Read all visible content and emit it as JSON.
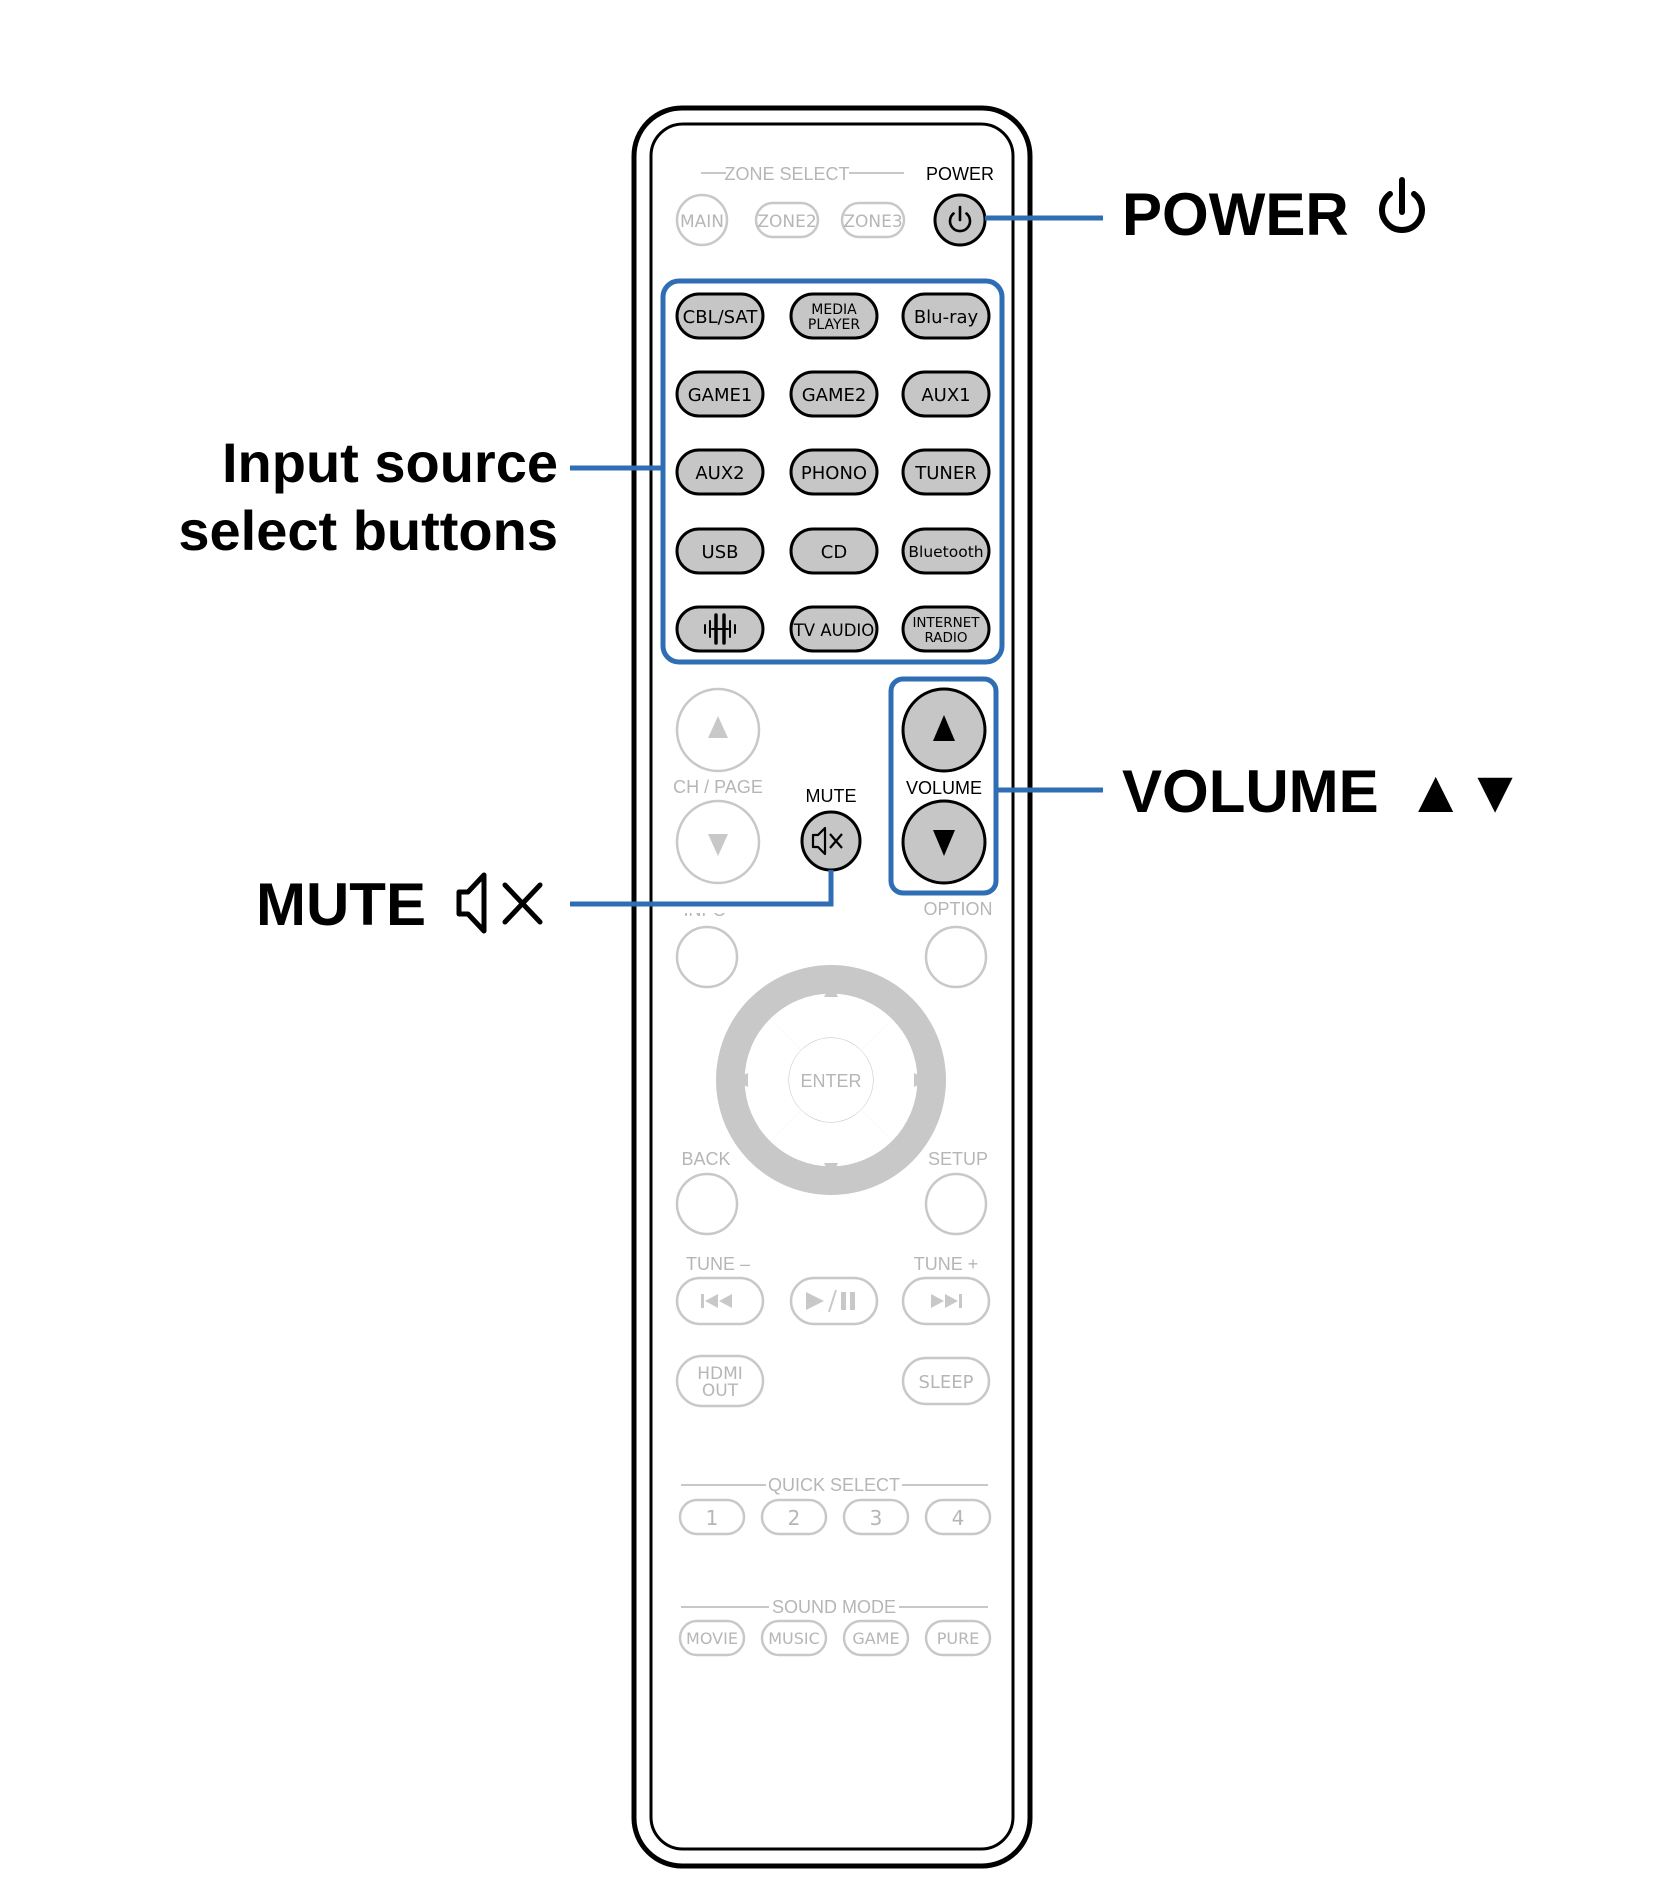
{
  "colors": {
    "callout_line": "#2f6db5",
    "active_fill": "#c6c6c6",
    "active_stroke": "#000000",
    "inactive_stroke": "#c8c8c8",
    "inactive_text": "#b6b6b6",
    "body_stroke": "#000000"
  },
  "remote": {
    "zone_select_label": "ZONE SELECT",
    "zone_buttons": [
      "MAIN",
      "ZONE2",
      "ZONE3"
    ],
    "power_label": "POWER",
    "power_icon": "power-icon",
    "input_buttons": [
      {
        "label": "CBL/SAT"
      },
      {
        "label": "MEDIA PLAYER",
        "line1": "MEDIA",
        "line2": "PLAYER"
      },
      {
        "label": "Blu-ray"
      },
      {
        "label": "GAME1"
      },
      {
        "label": "GAME2"
      },
      {
        "label": "AUX1"
      },
      {
        "label": "AUX2"
      },
      {
        "label": "PHONO"
      },
      {
        "label": "TUNER"
      },
      {
        "label": "USB"
      },
      {
        "label": "CD"
      },
      {
        "label": "Bluetooth"
      },
      {
        "label": "",
        "icon": "heos-icon"
      },
      {
        "label": "TV AUDIO"
      },
      {
        "label": "INTERNET RADIO",
        "line1": "INTERNET",
        "line2": "RADIO"
      }
    ],
    "ch_page_label": "CH / PAGE",
    "mute_label": "MUTE",
    "volume_label": "VOLUME",
    "info_label": "INFO",
    "option_label": "OPTION",
    "enter_label": "ENTER",
    "back_label": "BACK",
    "setup_label": "SETUP",
    "tune_minus_label": "TUNE –",
    "tune_plus_label": "TUNE +",
    "transport_icons": [
      "previous-icon",
      "play-pause-icon",
      "next-icon"
    ],
    "hdmi_out_line1": "HDMI",
    "hdmi_out_line2": "OUT",
    "sleep_label": "SLEEP",
    "quick_select_label": "QUICK SELECT",
    "quick_select_buttons": [
      "1",
      "2",
      "3",
      "4"
    ],
    "sound_mode_label": "SOUND MODE",
    "sound_mode_buttons": [
      "MOVIE",
      "MUSIC",
      "GAME",
      "PURE"
    ]
  },
  "callouts": {
    "power": {
      "text": "POWER",
      "icon": "power-icon"
    },
    "input_line1": "Input source",
    "input_line2": "select buttons",
    "volume": {
      "text": "VOLUME",
      "symbol": "▲▼"
    },
    "mute": {
      "text": "MUTE",
      "icon": "mute-icon"
    }
  }
}
